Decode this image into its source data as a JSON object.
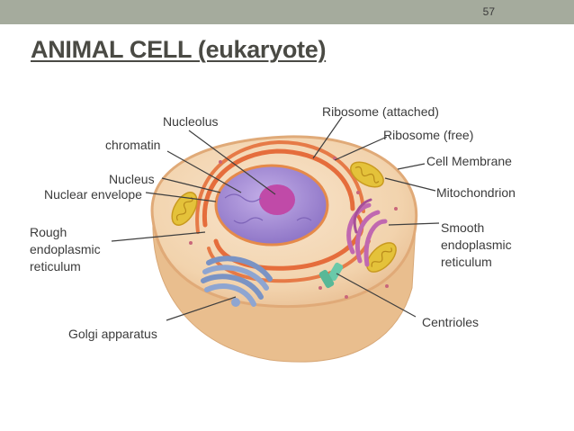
{
  "slide": {
    "number": "57",
    "title": "ANIMAL CELL (eukaryote)"
  },
  "labels": {
    "nucleolus": "Nucleolus",
    "chromatin": "chromatin",
    "nucleus": "Nucleus",
    "nuclear_envelope": "Nuclear envelope",
    "rough_er_1": "Rough",
    "rough_er_2": "endoplasmic",
    "rough_er_3": "reticulum",
    "golgi": "Golgi apparatus",
    "ribosome_attached": "Ribosome (attached)",
    "ribosome_free": "Ribosome (free)",
    "cell_membrane": "Cell Membrane",
    "mitochondrion": "Mitochondrion",
    "smooth_er_1": "Smooth",
    "smooth_er_2": "endoplasmic",
    "smooth_er_3": "reticulum",
    "centrioles": "Centrioles"
  },
  "colors": {
    "header_bar": "#a5ab9d",
    "cytoplasm": "#f3d6b3",
    "nucleus": "#a98ed8",
    "nucleolus": "#c04aa8",
    "rough_er": "#e56d3c",
    "mitochondria": "#e4c23a",
    "golgi": "#7a93c4",
    "smooth_er": "#c068b0",
    "centrioles": "#69c9a9"
  }
}
